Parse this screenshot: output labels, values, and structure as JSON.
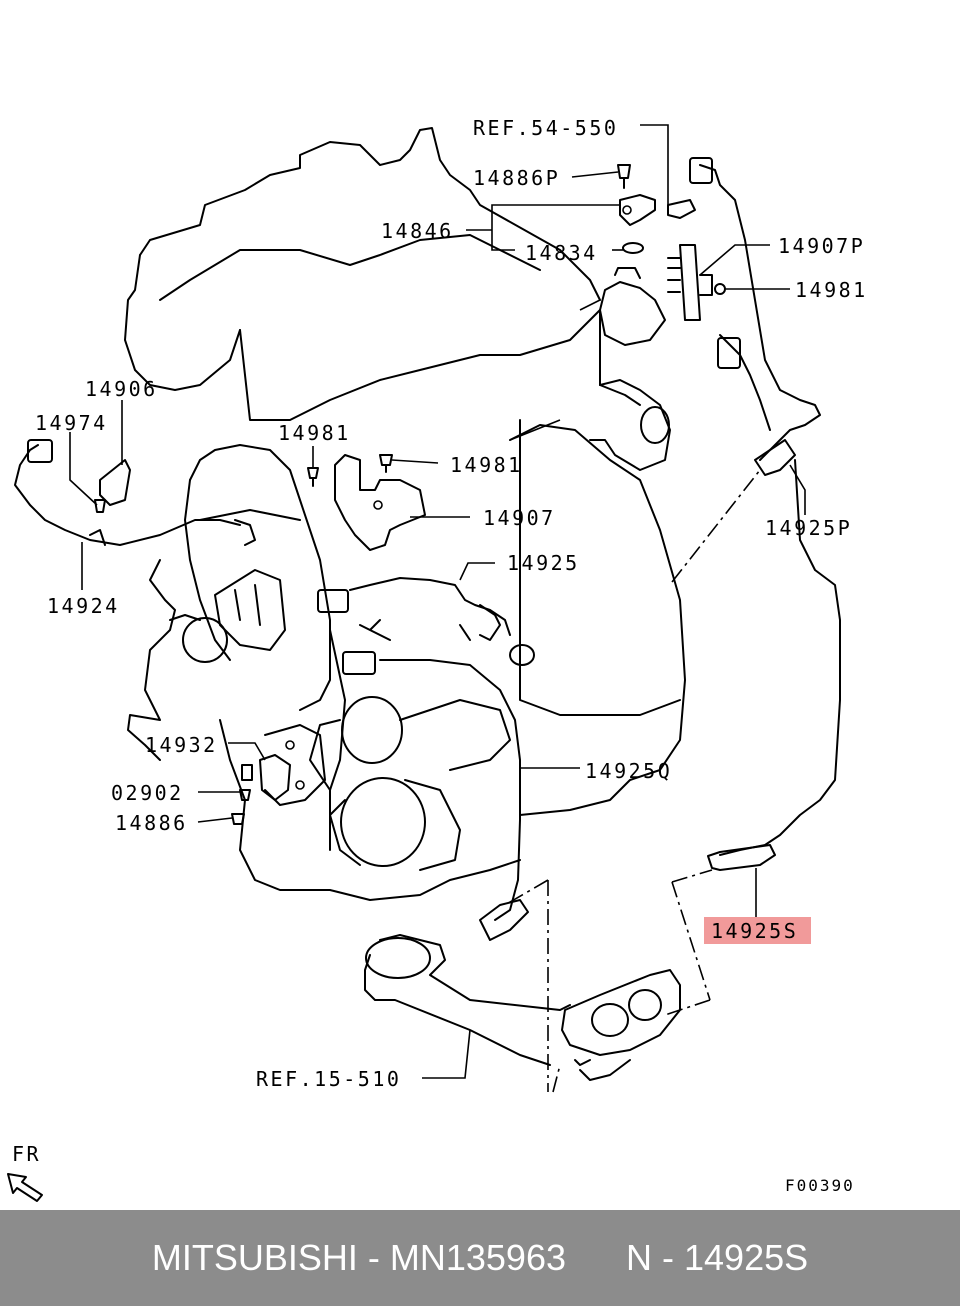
{
  "labels": {
    "ref_54_550": "REF.54-550",
    "p14886P": "14886P",
    "p14846": "14846",
    "p14834": "14834",
    "p14907P": "14907P",
    "p14981_a": "14981",
    "p14906": "14906",
    "p14974": "14974",
    "p14981_b": "14981",
    "p14981_c": "14981",
    "p14907": "14907",
    "p14925P": "14925P",
    "p14925": "14925",
    "p14924": "14924",
    "p14932": "14932",
    "p02902": "02902",
    "p14925Q": "14925Q",
    "p14886": "14886",
    "p14925S": "14925S",
    "ref_15_510": "REF.15-510",
    "fr": "FR",
    "figure_code": "F00390"
  },
  "highlight_color": "#f19a9a",
  "footer": {
    "text": "MITSUBISHI - MN135963      N - 14925S"
  }
}
